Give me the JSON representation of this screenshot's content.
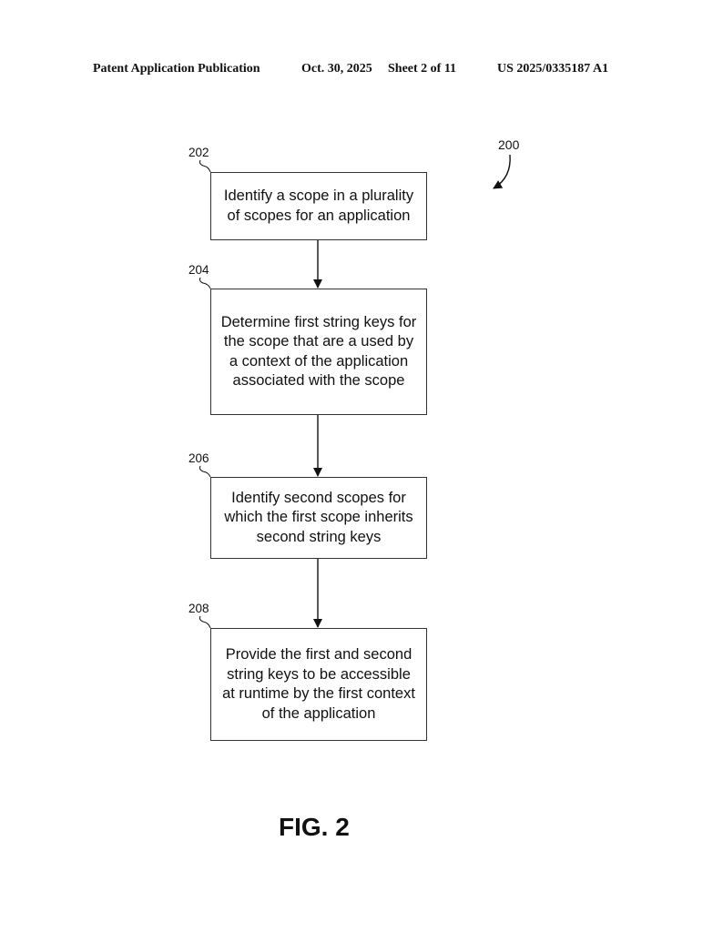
{
  "header": {
    "publication": "Patent Application Publication",
    "date": "Oct. 30, 2025",
    "sheet": "Sheet 2 of 11",
    "number": "US 2025/0335187 A1"
  },
  "diagram": {
    "ref": "200",
    "steps": [
      {
        "ref": "202",
        "text": "Identify a scope in a plurality of scopes for an application"
      },
      {
        "ref": "204",
        "text": "Determine first string keys for the scope that are a used by a context of the application associated with the scope"
      },
      {
        "ref": "206",
        "text": "Identify second scopes for which the first scope inherits second string keys"
      },
      {
        "ref": "208",
        "text": "Provide the first and second string keys to be accessible at runtime by the first context of the application"
      }
    ],
    "figure_label": "FIG. 2"
  }
}
